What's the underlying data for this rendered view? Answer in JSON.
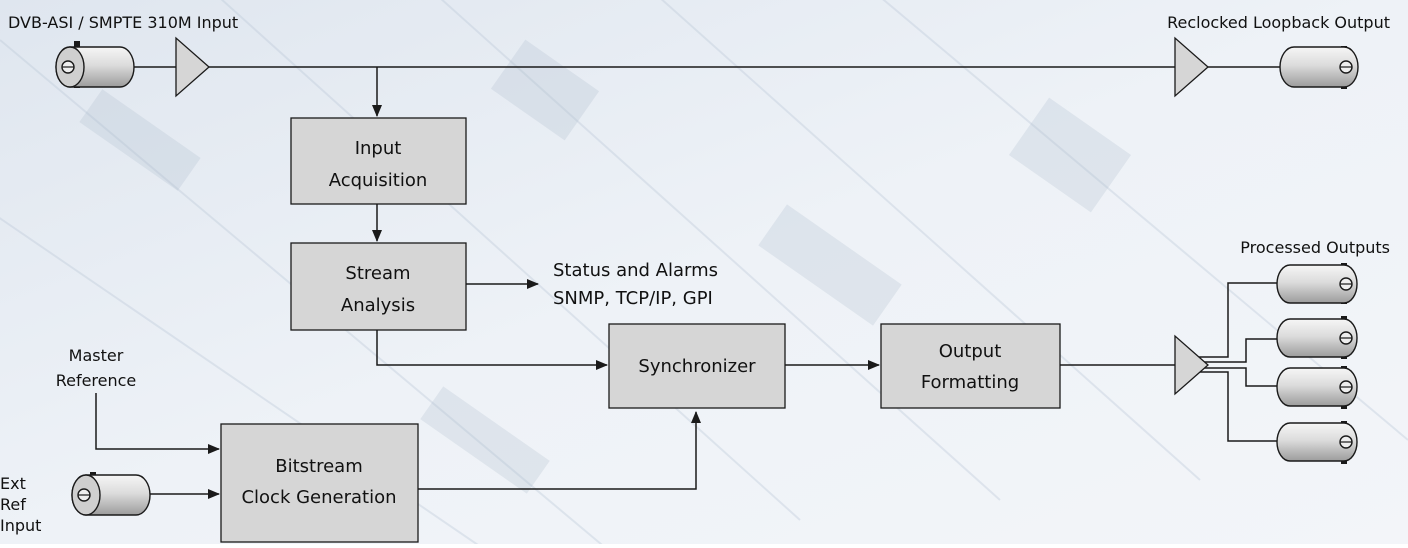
{
  "colors": {
    "background": "#e9eef5",
    "box_fill": "#d6d6d6",
    "line": "#1a1a1a"
  },
  "labels": {
    "input": "DVB-ASI / SMPTE 310M Input",
    "loopback": "Reclocked Loopback Output",
    "processed": "Processed Outputs",
    "status_line1": "Status and Alarms",
    "status_line2": "SNMP, TCP/IP, GPI",
    "master_line1": "Master",
    "master_line2": "Reference",
    "ext_line1": "Ext",
    "ext_line2": "Ref",
    "ext_line3": "Input"
  },
  "blocks": {
    "input_acquisition": [
      "Input",
      "Acquisition"
    ],
    "stream_analysis": [
      "Stream",
      "Analysis"
    ],
    "synchronizer": [
      "Synchronizer"
    ],
    "output_formatting": [
      "Output",
      "Formatting"
    ],
    "bitstream_clock": [
      "Bitstream",
      "Clock Generation"
    ]
  },
  "icons": [
    "bnc-connector-icon",
    "amplifier-icon"
  ]
}
